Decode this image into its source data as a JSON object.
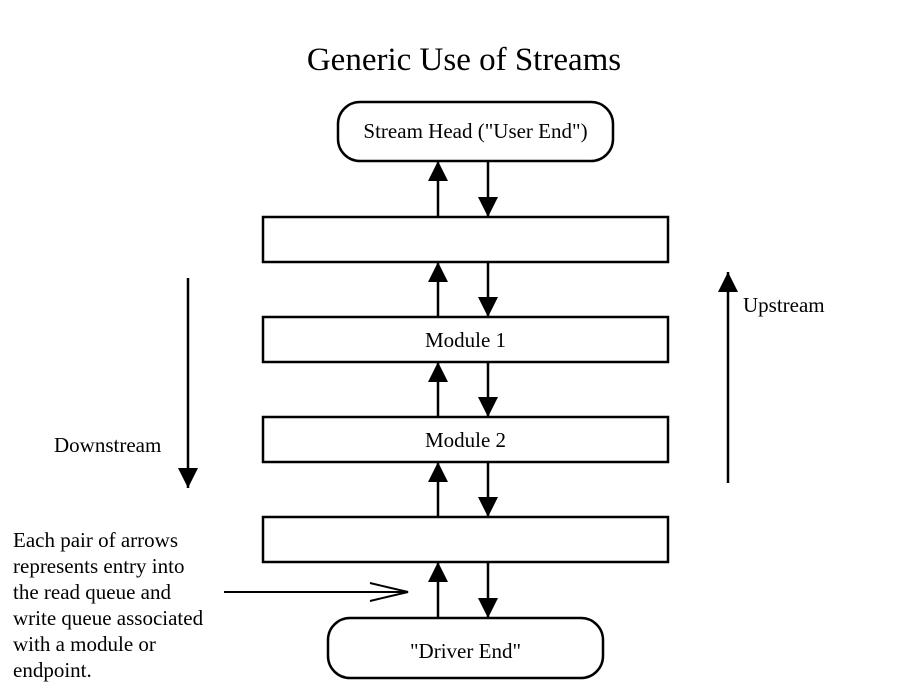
{
  "title": "Generic Use of Streams",
  "stream_head": "Stream Head (\"User End\")",
  "modules": {
    "top_blank": "",
    "module_1": "Module 1",
    "module_2": "Module 2",
    "bottom_blank": ""
  },
  "driver_end": "\"Driver End\"",
  "direction_labels": {
    "downstream": "Downstream",
    "upstream": "Upstream"
  },
  "note_lines": [
    "Each pair of arrows",
    "represents entry into",
    "the read queue and",
    "write queue associated",
    "with a module or",
    "endpoint."
  ]
}
